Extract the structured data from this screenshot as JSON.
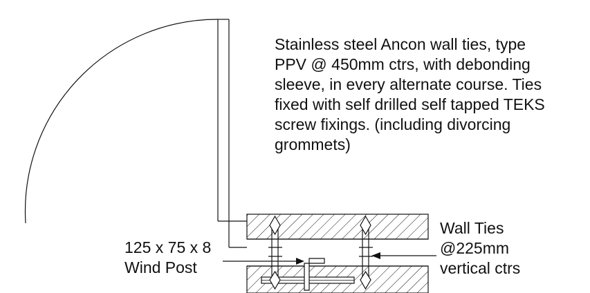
{
  "annotations": {
    "main_note": [
      "Stainless steel Ancon wall ties, type",
      "PPV @ 450mm ctrs, with debonding",
      "sleeve, in every alternate course. Ties",
      "fixed with self drilled self tapped TEKS",
      "screw fixings. (including divorcing",
      "grommets)"
    ],
    "wall_ties_note": [
      "Wall Ties",
      "@225mm",
      "vertical ctrs"
    ],
    "wind_post_note": [
      "125 x 75 x 8",
      "Wind Post"
    ]
  },
  "colors": {
    "line": "#111111",
    "background": "#ffffff"
  }
}
